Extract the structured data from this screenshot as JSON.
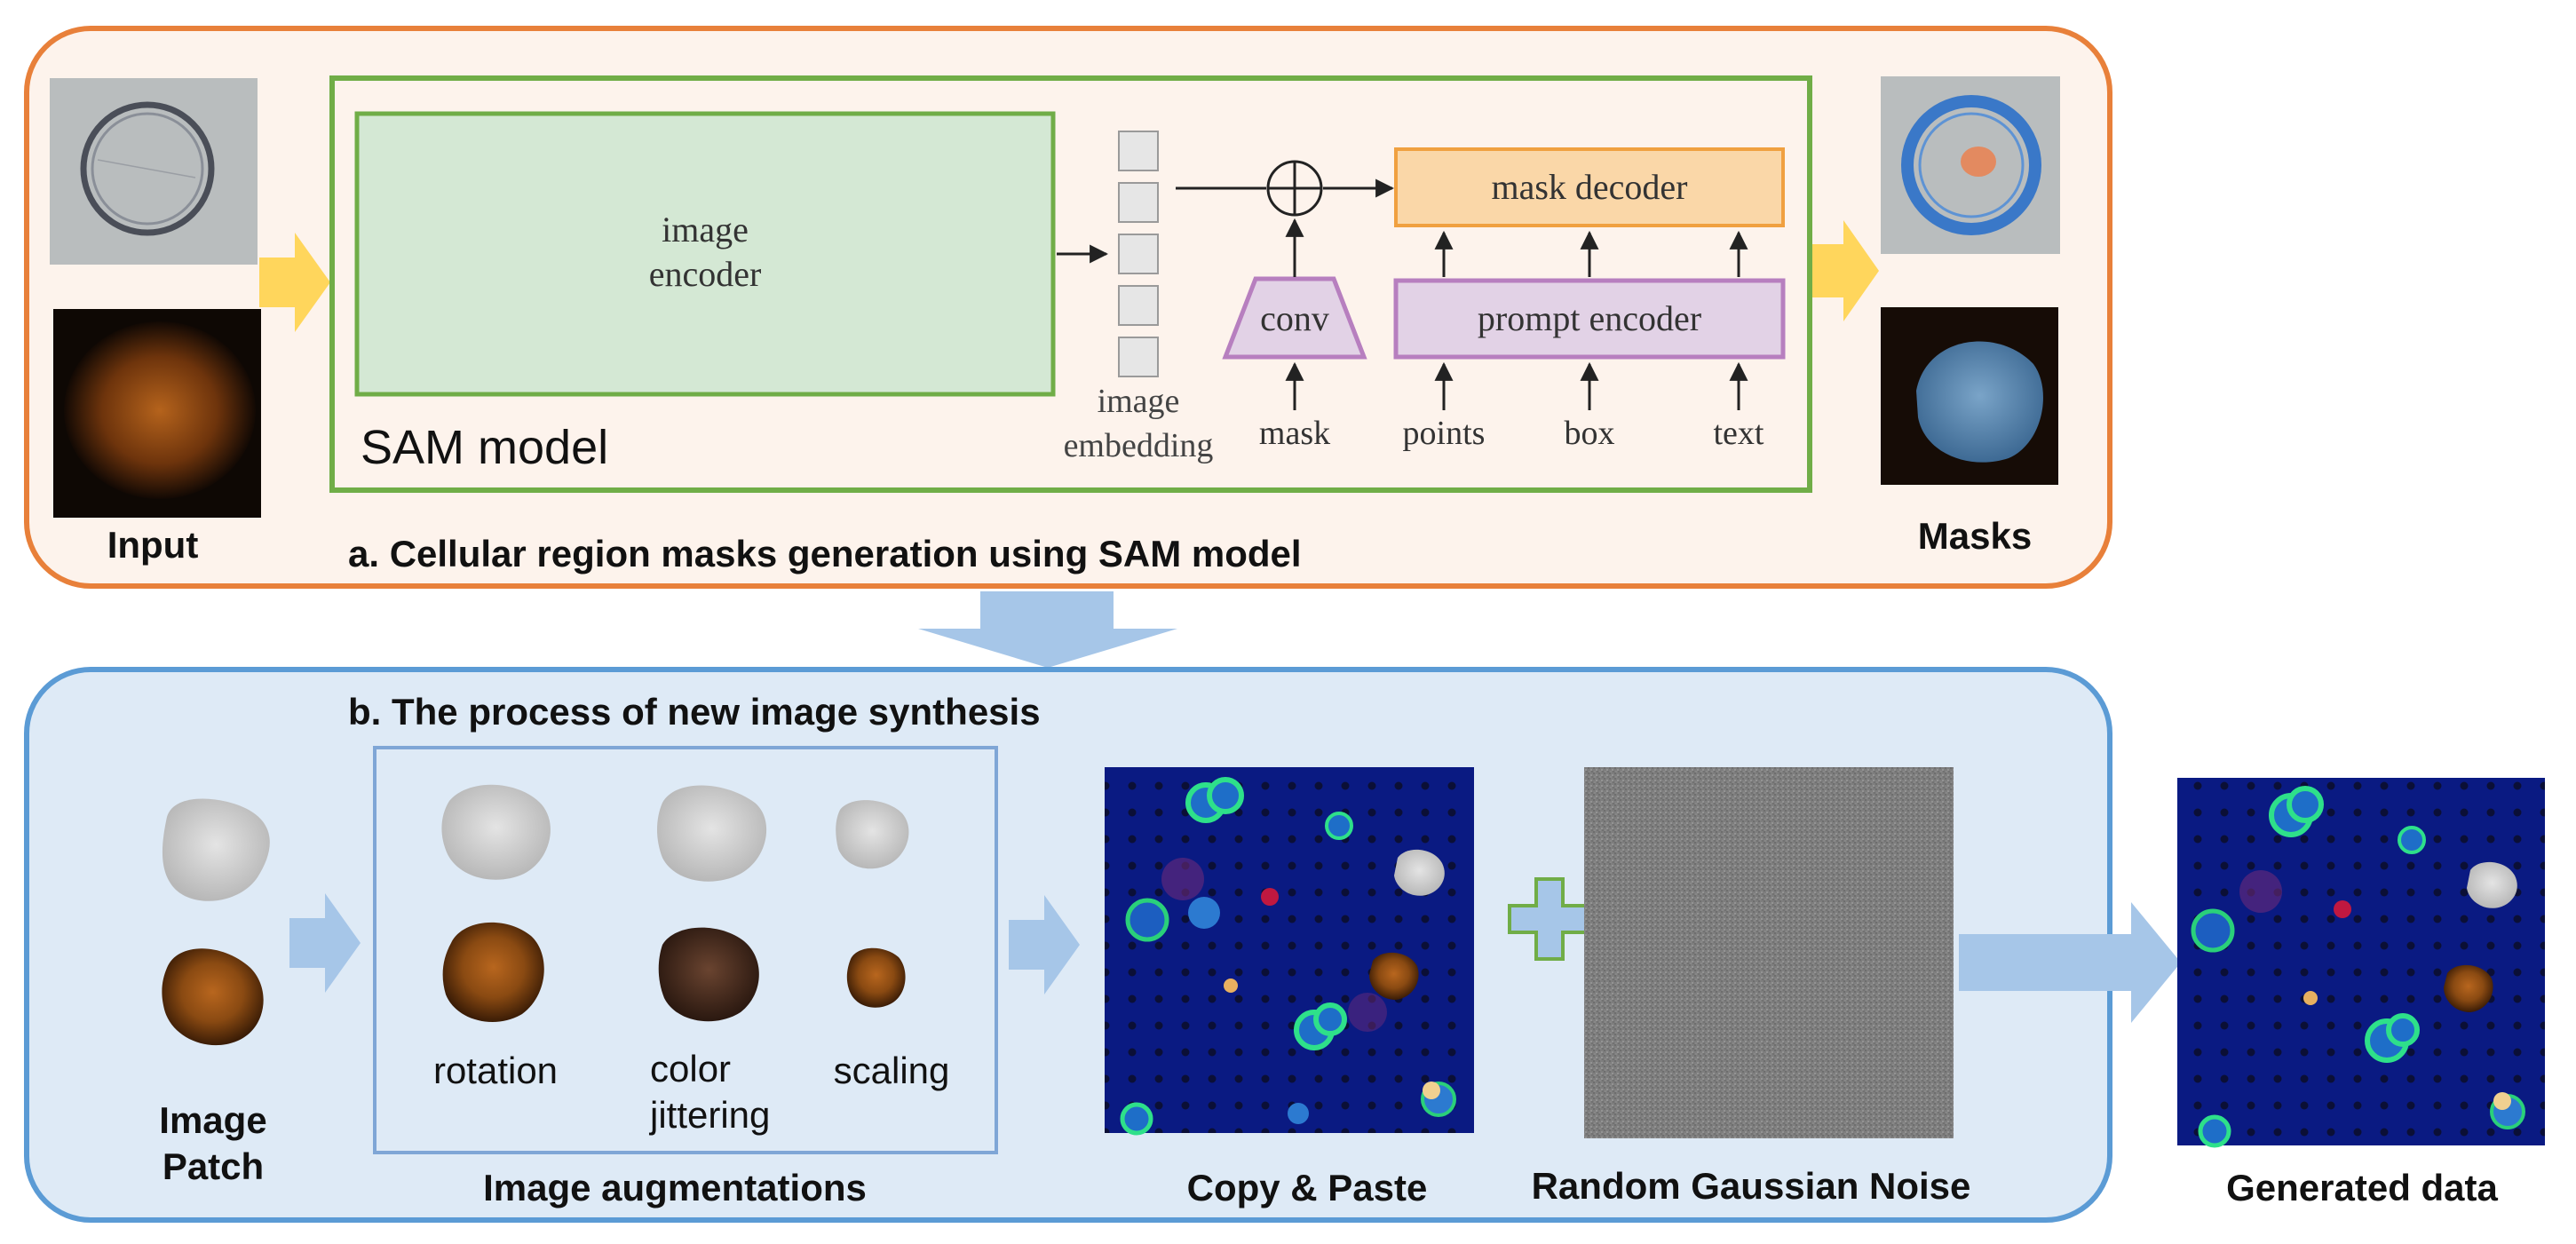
{
  "panel_a": {
    "caption": "a. Cellular region masks generation using SAM model",
    "input_label": "Input",
    "masks_label": "Masks",
    "sam_label": "SAM model",
    "encoder_line1": "image",
    "encoder_line2": "encoder",
    "embedding_line1": "image",
    "embedding_line2": "embedding",
    "conv_label": "conv",
    "mask_decoder_label": "mask decoder",
    "prompt_encoder_label": "prompt encoder",
    "inputs": {
      "mask": "mask",
      "points": "points",
      "box": "box",
      "text": "text"
    }
  },
  "panel_b": {
    "caption": "b. The process of new image synthesis",
    "patch_line1": "Image",
    "patch_line2": "Patch",
    "aug_title": "Image augmentations",
    "aug_rotation": "rotation",
    "aug_color_line1": "color",
    "aug_color_line2": "jittering",
    "aug_scaling": "scaling",
    "copy_paste": "Copy & Paste",
    "noise": "Random Gaussian Noise",
    "generated": "Generated data"
  },
  "colors": {
    "panel_a_border": "#E8803A",
    "panel_a_fill": "#FDF3EC",
    "panel_b_border": "#5B9BD5",
    "panel_b_fill": "#DEEAF6",
    "sam_border": "#70AD47",
    "encoder_fill": "#D4E8D4",
    "decoder_fill": "#FAD7A8",
    "prompt_fill": "#E2D2E6",
    "prompt_border": "#B77FBF",
    "yellow_arrow": "#FFD65C",
    "blue_arrow": "#A6C6E8"
  }
}
